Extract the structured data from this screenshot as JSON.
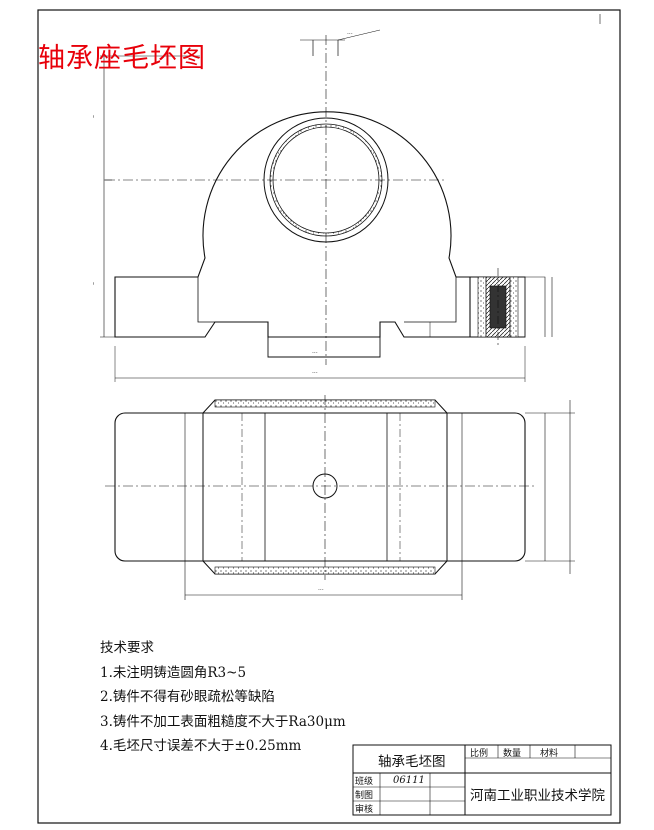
{
  "drawing": {
    "title_red": "轴承座毛坯图",
    "notes_heading": "技术要求",
    "notes": [
      "1.未注明铸造圆角R3~5",
      "2.铸件不得有砂眼疏松等缺陷",
      "3.铸件不加工表面粗糙度不大于Ra30μm",
      "4.毛坯尺寸误差不大于±0.25mm"
    ]
  },
  "title_block": {
    "drawing_name": "轴承毛坯图",
    "scale_label": "比例",
    "quantity_label": "数量",
    "material_label": "材料",
    "class_label": "班级",
    "class_value": "06111",
    "drawn_by_label": "制图",
    "checked_by_label": "审核",
    "institution": "河南工业职业技术学院"
  },
  "colors": {
    "title_red": "#e8000a",
    "line": "#111111"
  }
}
